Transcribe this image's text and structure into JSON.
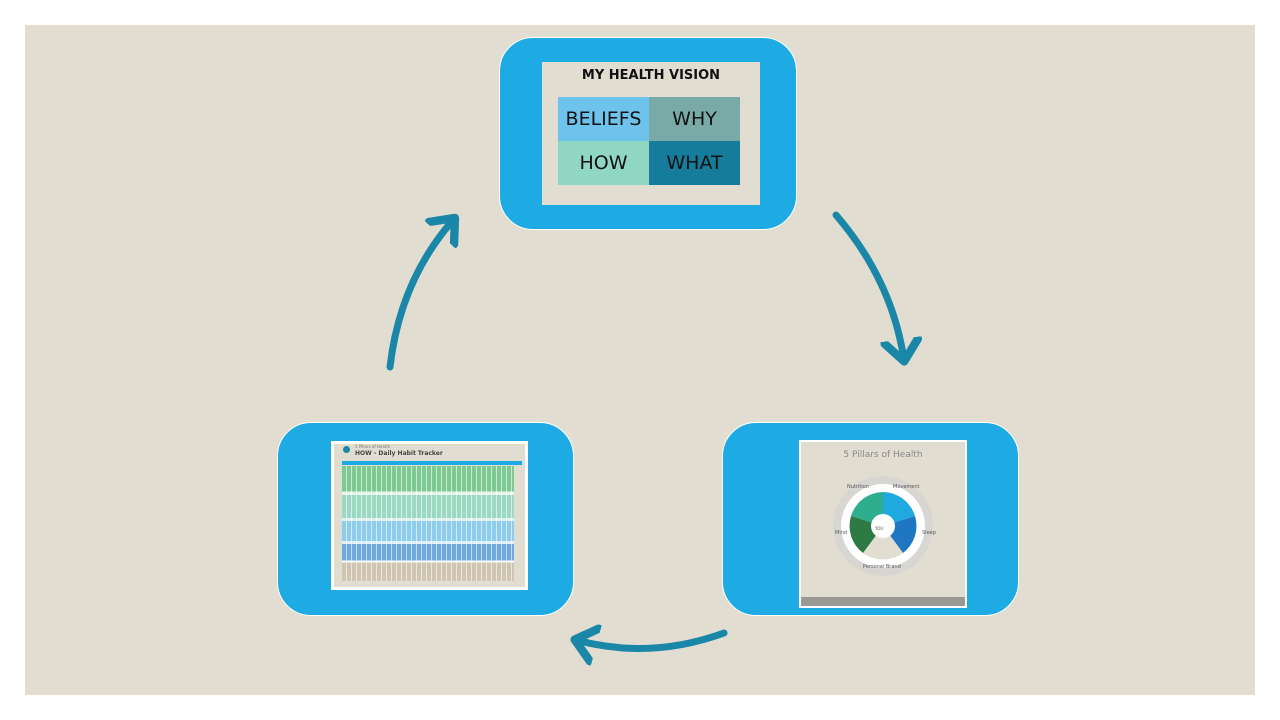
{
  "vision": {
    "title": "MY HEALTH VISION",
    "cells": [
      {
        "label": "BELIEFS",
        "color": "#6ec3ec"
      },
      {
        "label": "WHY",
        "color": "#7aaaa8"
      },
      {
        "label": "HOW",
        "color": "#8fd6c3"
      },
      {
        "label": "WHAT",
        "color": "#167c9c"
      }
    ]
  },
  "tracker": {
    "subtitle": "5 Pillars of Health",
    "title": "HOW - Daily Habit Tracker"
  },
  "pillars": {
    "title": "5 Pillars of Health",
    "center": "YOU",
    "segments": [
      "Nutrition",
      "Movement",
      "Sleep",
      "Personal Brand",
      "Mind"
    ]
  },
  "colors": {
    "background": "#e2ddd1",
    "box": "#1eabe3",
    "arrow": "#1a87a8"
  }
}
